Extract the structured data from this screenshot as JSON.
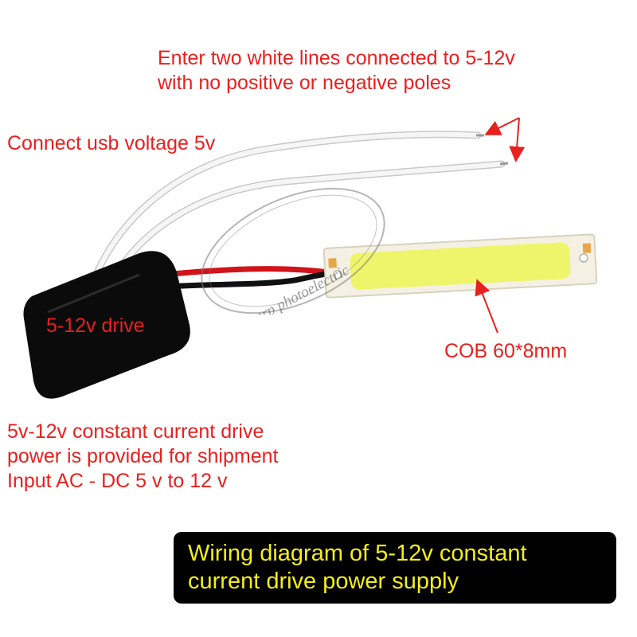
{
  "labels": {
    "white_lines_line1": "Enter two white lines connected to 5-12v",
    "white_lines_line2": "with no positive or negative poles",
    "usb": "Connect usb voltage 5v",
    "drive": "5-12v drive",
    "cob": "COB 60*8mm",
    "shipment_line1": "5v-12v constant current drive",
    "shipment_line2": "power is provided for shipment",
    "shipment_line3": "Input AC - DC 5 v to 12 v"
  },
  "banner": {
    "line1": "Wiring diagram of 5-12v constant",
    "line2": "current drive power supply"
  },
  "watermark": {
    "text": "Jin sharp photoelectric"
  },
  "colors": {
    "label_text": "#e8201e",
    "banner_background": "#000000",
    "banner_text": "#f5ee1b",
    "cob_led": "#eef56a",
    "cob_board": "#f4f1e4",
    "driver_body": "#0b0b0b",
    "wire_white": "#f2f2f2",
    "wire_red": "#d0141a",
    "wire_black": "#111111"
  }
}
